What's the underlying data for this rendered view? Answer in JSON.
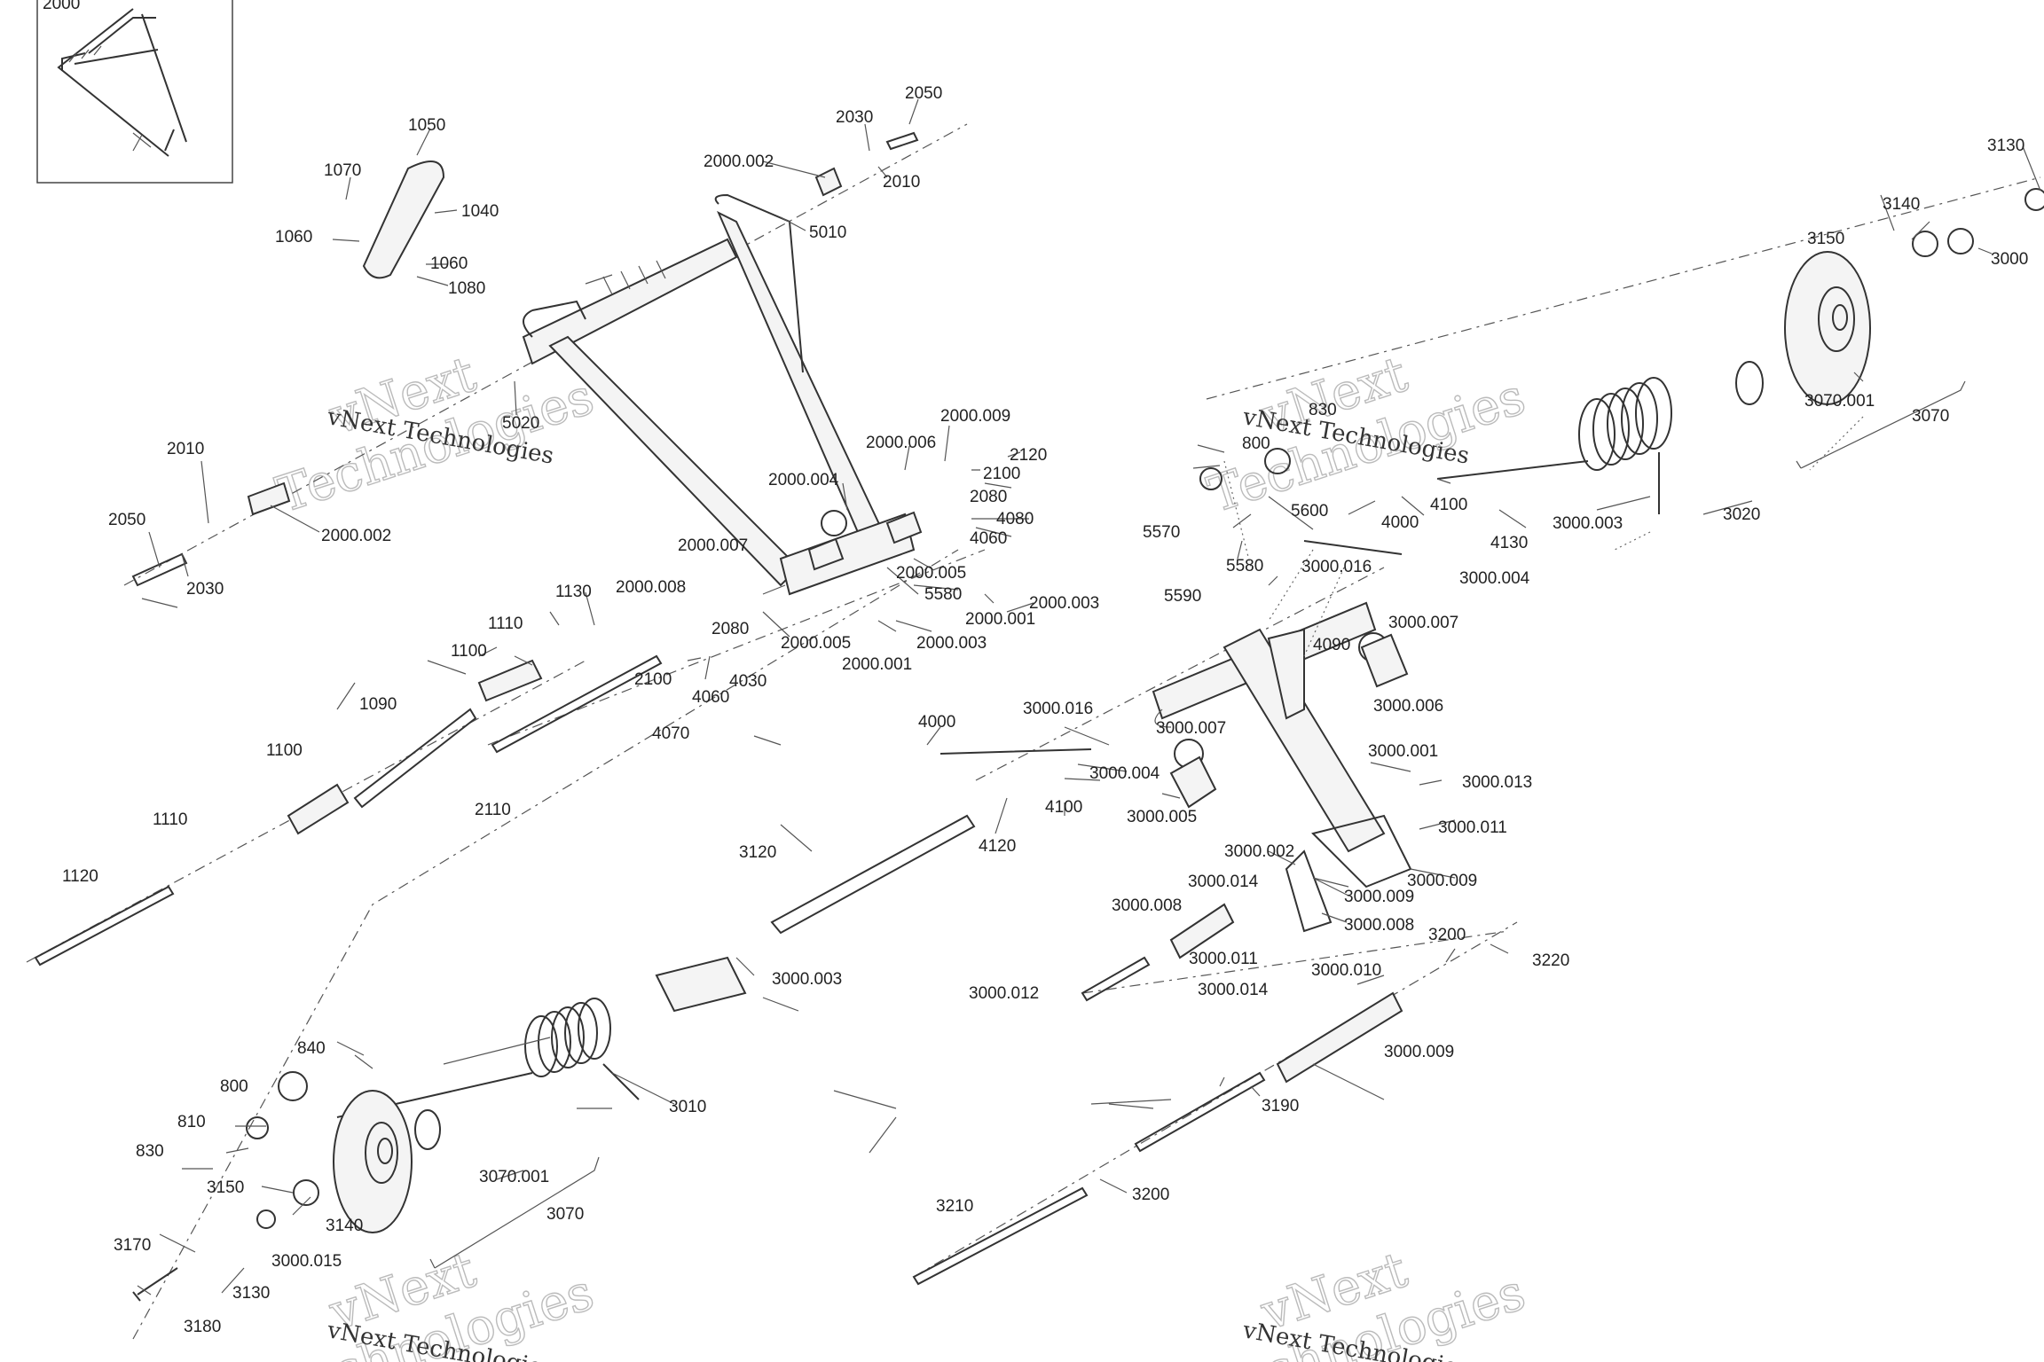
{
  "watermark": {
    "line1": "vNext",
    "line2": "Technologies",
    "caption": "vNext Technologies"
  },
  "inset_label": "2000",
  "labels": [
    {
      "id": "l1050",
      "text": "1050"
    },
    {
      "id": "l1070",
      "text": "1070"
    },
    {
      "id": "l1040",
      "text": "1040"
    },
    {
      "id": "l1060a",
      "text": "1060"
    },
    {
      "id": "l1060b",
      "text": "1060"
    },
    {
      "id": "l1080",
      "text": "1080"
    },
    {
      "id": "l2050a",
      "text": "2050"
    },
    {
      "id": "l2030a",
      "text": "2030"
    },
    {
      "id": "l2000002a",
      "text": "2000.002"
    },
    {
      "id": "l2010a",
      "text": "2010"
    },
    {
      "id": "l5010",
      "text": "5010"
    },
    {
      "id": "l5020",
      "text": "5020"
    },
    {
      "id": "l2010b",
      "text": "2010"
    },
    {
      "id": "l2050b",
      "text": "2050"
    },
    {
      "id": "l2030b",
      "text": "2030"
    },
    {
      "id": "l2000002b",
      "text": "2000.002"
    },
    {
      "id": "l2000009",
      "text": "2000.009"
    },
    {
      "id": "l2000006",
      "text": "2000.006"
    },
    {
      "id": "l2120",
      "text": "2120"
    },
    {
      "id": "l2100a",
      "text": "2100"
    },
    {
      "id": "l2080a",
      "text": "2080"
    },
    {
      "id": "l2000004",
      "text": "2000.004"
    },
    {
      "id": "l4080",
      "text": "4080"
    },
    {
      "id": "l4060a",
      "text": "4060"
    },
    {
      "id": "l2000007",
      "text": "2000.007"
    },
    {
      "id": "l2000005a",
      "text": "2000.005"
    },
    {
      "id": "l5580a",
      "text": "5580"
    },
    {
      "id": "l2000008",
      "text": "2000.008"
    },
    {
      "id": "l2000003a",
      "text": "2000.003"
    },
    {
      "id": "l2000001a",
      "text": "2000.001"
    },
    {
      "id": "l1130",
      "text": "1130"
    },
    {
      "id": "l1110a",
      "text": "1110"
    },
    {
      "id": "l2080b",
      "text": "2080"
    },
    {
      "id": "l2000005b",
      "text": "2000.005"
    },
    {
      "id": "l2000003b",
      "text": "2000.003"
    },
    {
      "id": "l1100a",
      "text": "1100"
    },
    {
      "id": "l2000001b",
      "text": "2000.001"
    },
    {
      "id": "l2100b",
      "text": "2100"
    },
    {
      "id": "l4030",
      "text": "4030"
    },
    {
      "id": "l4060b",
      "text": "4060"
    },
    {
      "id": "l1090",
      "text": "1090"
    },
    {
      "id": "l4070",
      "text": "4070"
    },
    {
      "id": "l1100b",
      "text": "1100"
    },
    {
      "id": "l2110",
      "text": "2110"
    },
    {
      "id": "l1110b",
      "text": "1110"
    },
    {
      "id": "l1120",
      "text": "1120"
    },
    {
      "id": "l3120",
      "text": "3120"
    },
    {
      "id": "l4000a",
      "text": "4000"
    },
    {
      "id": "l3000016a",
      "text": "3000.016"
    },
    {
      "id": "l3000007a",
      "text": "3000.007"
    },
    {
      "id": "l3000004a",
      "text": "3000.004"
    },
    {
      "id": "l4100a",
      "text": "4100"
    },
    {
      "id": "l4120",
      "text": "4120"
    },
    {
      "id": "l3000005",
      "text": "3000.005"
    },
    {
      "id": "l3000003a",
      "text": "3000.003"
    },
    {
      "id": "l840a",
      "text": "840"
    },
    {
      "id": "l800a",
      "text": "800"
    },
    {
      "id": "l810",
      "text": "810"
    },
    {
      "id": "l830",
      "text": "830"
    },
    {
      "id": "l3010",
      "text": "3010"
    },
    {
      "id": "l3070001a",
      "text": "3070.001"
    },
    {
      "id": "l3150a",
      "text": "3150"
    },
    {
      "id": "l3140a",
      "text": "3140"
    },
    {
      "id": "l3070a",
      "text": "3070"
    },
    {
      "id": "l3170",
      "text": "3170"
    },
    {
      "id": "l3000015",
      "text": "3000.015"
    },
    {
      "id": "l3130a",
      "text": "3130"
    },
    {
      "id": "l3180",
      "text": "3180"
    },
    {
      "id": "l3130b",
      "text": "3130"
    },
    {
      "id": "l3140b",
      "text": "3140"
    },
    {
      "id": "l3150b",
      "text": "3150"
    },
    {
      "id": "l3000r",
      "text": "3000"
    },
    {
      "id": "l3070001b",
      "text": "3070.001"
    },
    {
      "id": "l3070b",
      "text": "3070"
    },
    {
      "id": "l830b",
      "text": "830"
    },
    {
      "id": "l800b",
      "text": "800"
    },
    {
      "id": "l5600",
      "text": "5600"
    },
    {
      "id": "l4100b",
      "text": "4100"
    },
    {
      "id": "l4000b",
      "text": "4000"
    },
    {
      "id": "l3000003b",
      "text": "3000.003"
    },
    {
      "id": "l3020",
      "text": "3020"
    },
    {
      "id": "l5570",
      "text": "5570"
    },
    {
      "id": "l4130",
      "text": "4130"
    },
    {
      "id": "l5580b",
      "text": "5580"
    },
    {
      "id": "l3000016b",
      "text": "3000.016"
    },
    {
      "id": "l3000004b",
      "text": "3000.004"
    },
    {
      "id": "l5590",
      "text": "5590"
    },
    {
      "id": "l3000007b",
      "text": "3000.007"
    },
    {
      "id": "l4090",
      "text": "4090"
    },
    {
      "id": "l3000006",
      "text": "3000.006"
    },
    {
      "id": "l3000001",
      "text": "3000.001"
    },
    {
      "id": "l3000013",
      "text": "3000.013"
    },
    {
      "id": "l3000011a",
      "text": "3000.011"
    },
    {
      "id": "l3000002",
      "text": "3000.002"
    },
    {
      "id": "l3000014a",
      "text": "3000.014"
    },
    {
      "id": "l3000009a",
      "text": "3000.009"
    },
    {
      "id": "l3000008a",
      "text": "3000.008"
    },
    {
      "id": "l3000009b",
      "text": "3000.009"
    },
    {
      "id": "l3000008b",
      "text": "3000.008"
    },
    {
      "id": "l3000011b",
      "text": "3000.011"
    },
    {
      "id": "l3200a",
      "text": "3200"
    },
    {
      "id": "l3220",
      "text": "3220"
    },
    {
      "id": "l3000012",
      "text": "3000.012"
    },
    {
      "id": "l3000010",
      "text": "3000.010"
    },
    {
      "id": "l3000014b",
      "text": "3000.014"
    },
    {
      "id": "l3000009c",
      "text": "3000.009"
    },
    {
      "id": "l3190",
      "text": "3190"
    },
    {
      "id": "l3200b",
      "text": "3200"
    },
    {
      "id": "l3210",
      "text": "3210"
    }
  ]
}
